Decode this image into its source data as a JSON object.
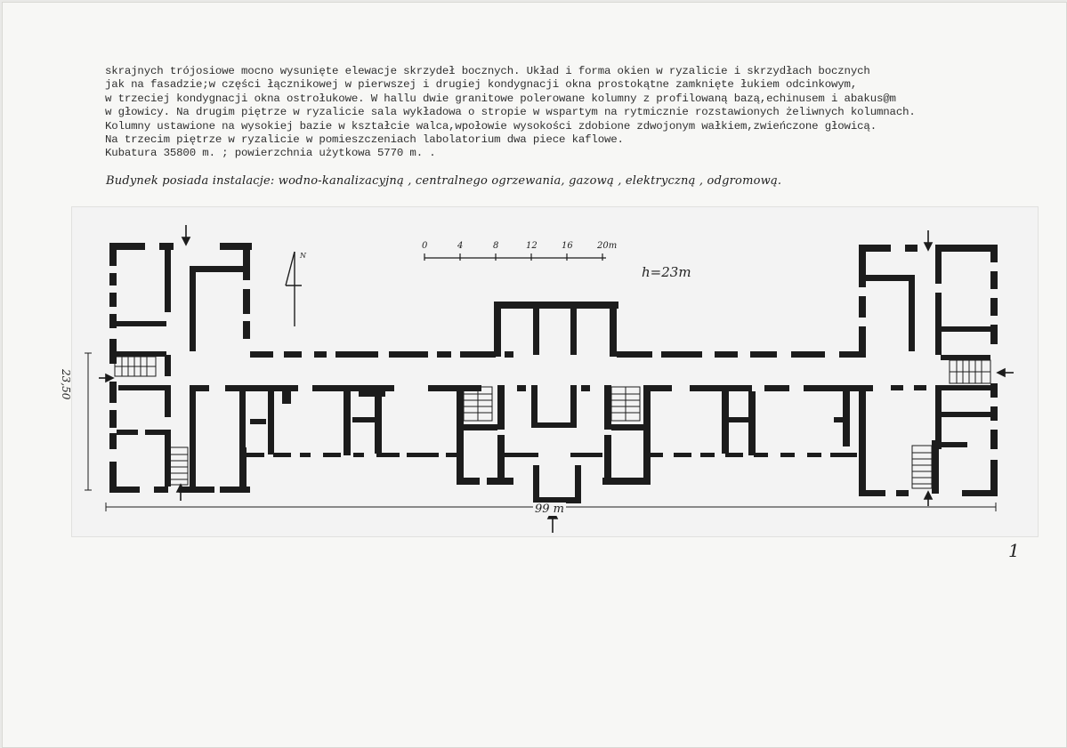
{
  "text_lines": [
    "skrajnych trójosiowe mocno wysunięte elewacje skrzydeł bocznych. Układ i forma okien w ryzalicie i skrzydłach bocznych",
    "jak na fasadzie;w części łącznikowej w pierwszej i drugiej kondygnacji okna prostokątne zamknięte łukiem odcinkowym,",
    "w trzeciej kondygnacji okna ostrołukowe. W hallu dwie granitowe polerowane kolumny z profilowaną bazą,echinusem i abakus@m",
    "w głowicy. Na drugim piętrze w ryzalicie sala wykładowa o stropie w wspartym na rytmicznie rozstawionych żeliwnych kolumnach.",
    "Kolumny ustawione na wysokiej bazie w kształcie walca,wpołowie wysokości zdobione zdwojonym wałkiem,zwieńczone głowicą.",
    "Na trzecim piętrze w ryzalicie w pomieszczeniach labolatorium dwa piece kaflowe.",
    "Kubatura 35800 m. ; powierzchnia użytkowa 5770 m. ."
  ],
  "handwritten_note": "Budynek posiada instalacje: wodno-kanalizacyjną , centralnego ogrzewania, gazową , elektryczną , odgromową.",
  "plan": {
    "scale_labels": [
      "0",
      "4",
      "8",
      "12",
      "16",
      "20m"
    ],
    "height_label": "h=23m",
    "depth_label": "23,50",
    "length_label": "99 m",
    "north_label": "N"
  },
  "page_number": "1"
}
